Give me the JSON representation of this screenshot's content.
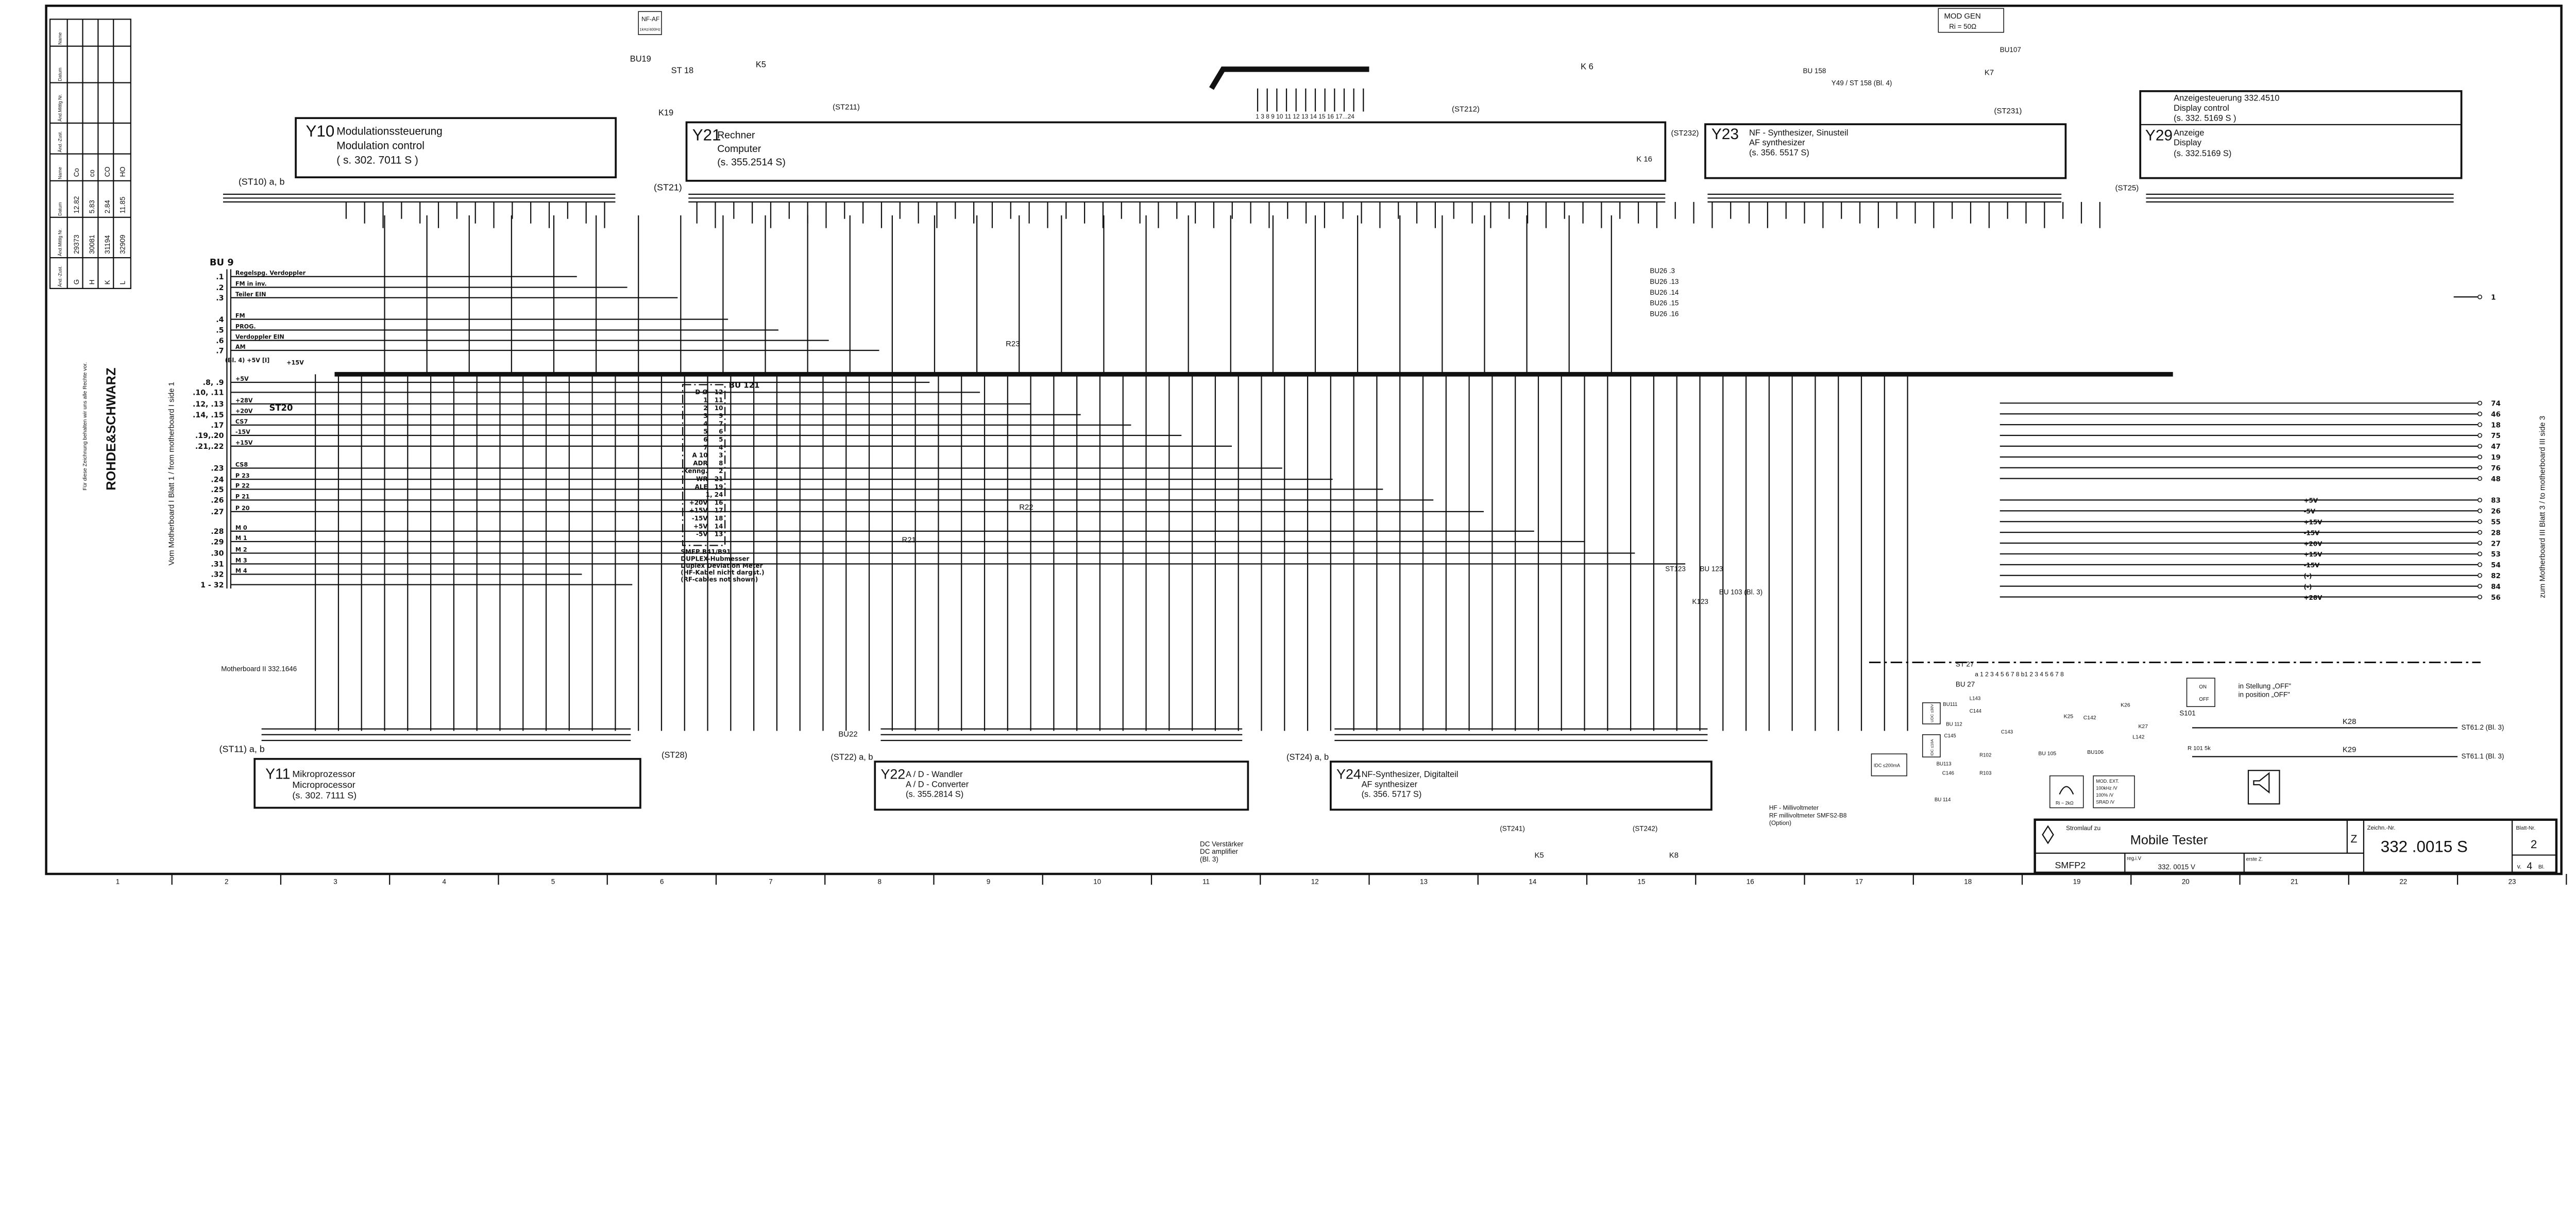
{
  "title_block": {
    "stromlauf_label": "Stromlauf zu",
    "title": "Mobile Tester",
    "z_label": "Z",
    "drawing_no_label": "Zeichn.-Nr.",
    "drawing_no": "332 .0015 S",
    "sheet_label": "Blatt-Nr.",
    "sheet_no": "2",
    "sheet_of_prefix": "v.",
    "sheet_total": "4",
    "sheet_of_suffix": "Bl.",
    "model": "SMFP2",
    "reg_label": "reg.i.V",
    "reg_value": "332. 0015 V",
    "first_label": "erste Z."
  },
  "grid_numbers": [
    "1",
    "2",
    "3",
    "4",
    "5",
    "6",
    "7",
    "8",
    "9",
    "10",
    "11",
    "12",
    "13",
    "14",
    "15",
    "16",
    "17",
    "18",
    "19",
    "20",
    "21",
    "22",
    "23"
  ],
  "revision_table": {
    "headers": [
      "Änd.-Zust.",
      "Änd.Mittlg Nr.",
      "Datum",
      "Name",
      "Änd.-Zust.",
      "Änd.Mittlg Nr.",
      "Datum",
      "Name"
    ],
    "rows": [
      [
        "G",
        "29373",
        "12.82",
        "Co"
      ],
      [
        "H",
        "30081",
        "5.83",
        "co"
      ],
      [
        "K",
        "31194",
        "2.84",
        "CO"
      ],
      [
        "L",
        "32909",
        "11.85",
        "HO"
      ]
    ],
    "copyright": "Für diese Zeichnung behalten wir uns alle Rechte vor.",
    "brand": "ROHDE&SCHWARZ"
  },
  "modules": {
    "y10": {
      "id": "Y10",
      "de": "Modulationssteuerung",
      "en": "Modulation control",
      "ref": "( s. 302. 7011 S )",
      "conn": "(ST10) a, b"
    },
    "y21": {
      "id": "Y21",
      "de": "Rechner",
      "en": "Computer",
      "ref": "(s. 355.2514 S)",
      "conn": "(ST21)"
    },
    "y23": {
      "id": "Y23",
      "de": "NF - Synthesizer, Sinusteil",
      "en": "AF synthesizer",
      "ref": "(s. 356. 5517 S)",
      "conn": "(ST232)"
    },
    "y29": {
      "id": "Y29",
      "de": "Anzeige",
      "en": "Display",
      "ref": "(s. 332.5169 S)",
      "ctrl_de": "Anzeigesteuerung   332.4510",
      "ctrl_en": "Display control",
      "ctrl_ref": "(s. 332. 5169 S )",
      "conn": "(ST25)"
    },
    "y11": {
      "id": "Y11",
      "de": "Mikroprozessor",
      "en": "Microprocessor",
      "ref": "(s. 302. 7111 S)",
      "conn": "(ST11) a, b"
    },
    "y22": {
      "id": "Y22",
      "de": "A / D - Wandler",
      "en": "A / D - Converter",
      "ref": "(s. 355.2814 S)",
      "conn": "(ST22) a, b"
    },
    "y24": {
      "id": "Y24",
      "de": "NF-Synthesizer, Digitalteil",
      "en": "AF synthesizer",
      "ref": "(s. 356. 5717 S)",
      "conn": "(ST24) a, b"
    }
  },
  "top_labels": {
    "nf_af": "NF-AF",
    "nf_af_sub": "1kHz/400Hz",
    "bu19": "BU19",
    "st18": "ST 18",
    "k5": "K5",
    "k19": "K19",
    "st211": "(ST211)",
    "ribbon": "1 3 8 9 10 11 12 13 14 15 16 17...24",
    "k6": "K 6",
    "st212": "(ST212)",
    "bu158": "BU 158",
    "y49": "Y49 / ST 158 (Bl. 4)",
    "mod_gen": "MOD GEN",
    "mod_gen_sub": "Ri = 50Ω",
    "bu107": "BU107",
    "k7": "K7",
    "st231": "(ST231)",
    "k16": "K 16",
    "bu26": [
      "BU26 .3",
      "BU26 .13",
      "BU26 .14",
      "BU26 .15",
      "BU26 .16"
    ]
  },
  "left_connector": {
    "name": "BU 9",
    "side_label": "Vom  Motherboard I   Blatt 1 / from motherboard I side 1",
    "pins": [
      {
        "pin": ".1",
        "sig": "Regelspg. Verdoppler"
      },
      {
        "pin": ".2",
        "sig": "FM in  inv."
      },
      {
        "pin": ".3",
        "sig": "Teiler  EIN"
      },
      {
        "pin": ".4",
        "sig": "FM"
      },
      {
        "pin": ".5",
        "sig": "PROG."
      },
      {
        "pin": ".6",
        "sig": "Verdoppler  EIN"
      },
      {
        "pin": ".7",
        "sig": "AM"
      },
      {
        "pin": ".8, .9",
        "sig": "+5V"
      },
      {
        "pin": ".10, .11",
        "sig": ""
      },
      {
        "pin": ".12, .13",
        "sig": "+28V"
      },
      {
        "pin": ".14, .15",
        "sig": "+20V"
      },
      {
        "pin": ".17",
        "sig": "CS7"
      },
      {
        "pin": ".19,.20",
        "sig": "-15V"
      },
      {
        "pin": ".21,.22",
        "sig": "+15V"
      },
      {
        "pin": ".23",
        "sig": "CS8"
      },
      {
        "pin": ".24",
        "sig": "P 23"
      },
      {
        "pin": ".25",
        "sig": "P 22"
      },
      {
        "pin": ".26",
        "sig": "P 21"
      },
      {
        "pin": ".27",
        "sig": "P 20"
      },
      {
        "pin": ".28",
        "sig": "M 0"
      },
      {
        "pin": ".29",
        "sig": "M 1"
      },
      {
        "pin": ".30",
        "sig": "M 2"
      },
      {
        "pin": ".31",
        "sig": "M 3"
      },
      {
        "pin": ".32",
        "sig": "M 4"
      },
      {
        "pin": "1 - 32",
        "sig": ""
      }
    ],
    "st20": "ST20",
    "bl4": "(Bl. 4) +5V [I]",
    "p15v": "+15V"
  },
  "bu121": {
    "name": "BU 121",
    "pins": [
      {
        "sig": "D Ø",
        "pin": "12"
      },
      {
        "sig": "1",
        "pin": "11"
      },
      {
        "sig": "2",
        "pin": "10"
      },
      {
        "sig": "3",
        "pin": "9"
      },
      {
        "sig": "4",
        "pin": "7"
      },
      {
        "sig": "5",
        "pin": "6"
      },
      {
        "sig": "6",
        "pin": "5"
      },
      {
        "sig": "7",
        "pin": "4"
      },
      {
        "sig": "A 10",
        "pin": "3"
      },
      {
        "sig": "ADR",
        "pin": "8"
      },
      {
        "sig": "Kenng.",
        "pin": "2"
      },
      {
        "sig": "WR",
        "pin": "21"
      },
      {
        "sig": "ALE",
        "pin": "19"
      },
      {
        "sig": "",
        "pin": "1, 24"
      },
      {
        "sig": "+20V",
        "pin": "16"
      },
      {
        "sig": "+15V",
        "pin": "17"
      },
      {
        "sig": "-15V",
        "pin": "18"
      },
      {
        "sig": "+5V",
        "pin": "14"
      },
      {
        "sig": "-5V",
        "pin": "13"
      }
    ],
    "note": [
      "SMFP B41/B91",
      "DUPLEX-Hubmesser",
      "Duplex Deviation Meter",
      "(HF-Kabel nicht dargst.)",
      "(RF-cables not shown)"
    ]
  },
  "right_connector": {
    "side_label": "zum  Motherboard  III   Blatt 3 / to motherboard III side 3",
    "pins": [
      "1",
      "74",
      "46",
      "18",
      "75",
      "47",
      "19",
      "76",
      "48",
      "83",
      "26",
      "55",
      "28",
      "27",
      "53",
      "54",
      "82",
      "84",
      "56"
    ],
    "supplies": [
      "+5V",
      "-5V",
      "+15V",
      "-15V",
      "+20V",
      "+15V",
      "-15V",
      "(-)",
      "(-)",
      "+28V"
    ]
  },
  "misc_labels": {
    "r22": "R22",
    "r21": "R21",
    "r23": "R23",
    "motherboard2": "Motherboard II 332.1646",
    "st28": "(ST28)",
    "bu22": "BU22",
    "dc_amp": [
      "DC Verstärker",
      "DC amplifier",
      "(Bl. 3)"
    ],
    "st241": "(ST241)",
    "st242": "(ST242)",
    "k5b": "K5",
    "k8": "K8",
    "st123": "ST123",
    "bu123": "BU 123",
    "k123": "K123",
    "bu103": "BU 103 (Bl. 3)",
    "hf_mw": [
      "HF - Millivoltmeter",
      "RF millivoltmeter  SMFS2-B8",
      "(Option)"
    ],
    "st27": "ST 27",
    "bu27": "BU 27",
    "st27_pins": "a 1 2 3 4 5 6 7 8 b1 2 3 4 5 6 7 8",
    "s101": "S101",
    "s101_on": "ON",
    "s101_off": "OFF",
    "off_note": [
      "in Stellung „OFF\"",
      "in position „OFF\""
    ],
    "k25": "K25",
    "k26": "K26",
    "k27": "K27",
    "k28": "K28",
    "k29": "K29",
    "st61_2": "ST61.2 (Bl. 3)",
    "st61_1": "ST61.1 (Bl. 3)",
    "r101": "R 101 5k",
    "bu105": "BU 105",
    "bu106": "BU106",
    "bu111": "BU111",
    "bu112": "BU 112",
    "bu113": "BU113",
    "bu114": "BU 114",
    "c143": "C143",
    "c144": "C144",
    "c145": "C145",
    "c146": "C146",
    "c142": "C142",
    "l142": "L142",
    "l143": "L143",
    "r102": "R102",
    "r103": "R103",
    "udc": "UDC ≤30V",
    "idc10a": "IDC ≤10A",
    "idc200": "IDC ≤200mA",
    "phones": "Ri ~ 2kΩ",
    "mod_ext": [
      "MOD. EXT.",
      "100kHz /V",
      "100% /V",
      "SRAD /V"
    ]
  }
}
